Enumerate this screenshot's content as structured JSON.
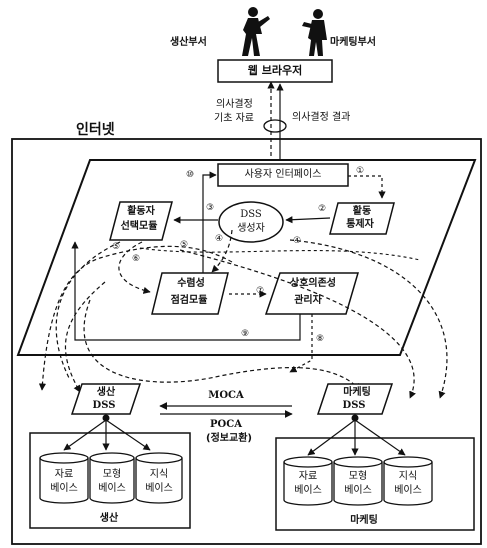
{
  "top": {
    "production_dept": "생산부서",
    "marketing_dept": "마케팅부서",
    "web_browser": "웹 브라우저",
    "decision_input_line1": "의사결정",
    "decision_input_line2": "기초 자료",
    "decision_result": "의사결정 결과",
    "internet": "인터넷"
  },
  "platform": {
    "user_interface": "사용자 인터페이스",
    "dss_generator_line1": "DSS",
    "dss_generator_line2": "생성자",
    "activity_selector_line1": "활동자",
    "activity_selector_line2": "선택모듈",
    "activity_controller_line1": "활동",
    "activity_controller_line2": "통제자",
    "convergence_line1": "수렴성",
    "convergence_line2": "점검모듈",
    "interdependence_line1": "상호의존성",
    "interdependence_line2": "관리자"
  },
  "step_labels": [
    "①",
    "②",
    "③",
    "④",
    "⑤",
    "⑥",
    "⑦",
    "⑧",
    "⑨",
    "⑩",
    "⑤",
    "④"
  ],
  "production": {
    "dss_line1": "생산",
    "dss_line2": "DSS",
    "db1_line1": "자료",
    "db1_line2": "베이스",
    "db2_line1": "모형",
    "db2_line2": "베이스",
    "db3_line1": "지식",
    "db3_line2": "베이스",
    "footer": "생산"
  },
  "marketing": {
    "dss_line1": "마케팅",
    "dss_line2": "DSS",
    "db1_line1": "자료",
    "db1_line2": "베이스",
    "db2_line1": "모형",
    "db2_line2": "베이스",
    "db3_line1": "지식",
    "db3_line2": "베이스",
    "footer": "마케팅"
  },
  "exchange": {
    "moca": "MOCA",
    "poca": "POCA",
    "info_exchange": "(정보교환)"
  }
}
